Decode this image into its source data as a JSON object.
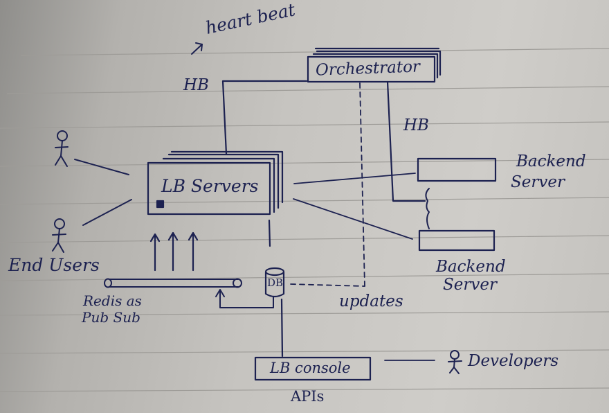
{
  "labels": {
    "heartbeat": "heart beat",
    "hb_top": "HB",
    "hb_right": "HB",
    "orchestrator": "Orchestrator",
    "lb_servers": "LB Servers",
    "backend_server_1_line1": "Backend",
    "backend_server_1_line2": "Server",
    "backend_server_2_line1": "Backend",
    "backend_server_2_line2": "Server",
    "end_users": "End Users",
    "db": "DB",
    "redis_line1": "Redis as",
    "redis_line2": "Pub Sub",
    "updates": "updates",
    "lb_console": "LB console",
    "apis": "APIs",
    "developers": "Developers"
  },
  "colors": {
    "ink": "#1c2150",
    "paper": "#c8c6c2",
    "rule": "#9e9c98"
  }
}
